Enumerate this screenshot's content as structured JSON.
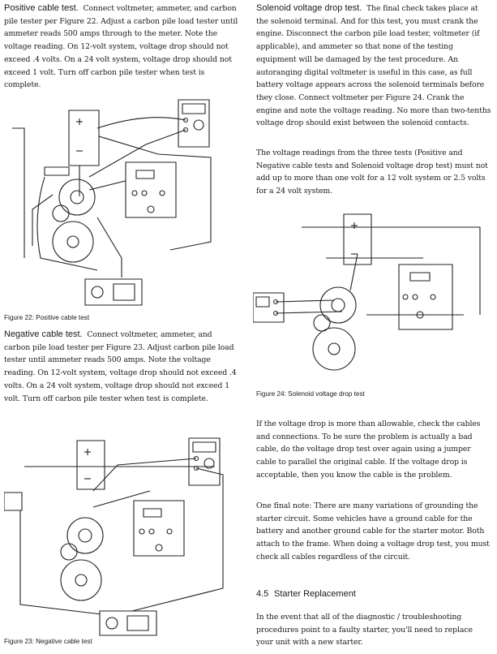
{
  "left_column": {
    "positive": {
      "lead": "Positive cable test.",
      "body": "Connect voltmeter, ammeter, and carbon pile tester per Figure 22.  Adjust a carbon pile load tester until ammeter reads 500 amps through to the meter.  Note the voltage reading.  On 12-volt system, voltage drop should not exceed .4 volts.  On a 24 volt system, voltage drop should not exceed 1 volt.  Turn off carbon pile tester when test is complete."
    },
    "figure22_caption": "Figure 22: Positive cable test",
    "negative": {
      "lead": "Negative cable test.",
      "body": "Connect voltmeter, ammeter, and carbon pile load tester per Figure 23.  Adjust carbon pile load tester until ammeter reads 500 amps.  Note the voltage reading.  On 12-volt system, voltage drop should not exceed .4 volts.  On a 24 volt system, voltage drop should not exceed 1 volt.  Turn off carbon pile tester when test is complete."
    },
    "figure23_caption": "Figure 23: Negative cable test"
  },
  "right_column": {
    "solenoid": {
      "lead": "Solenoid voltage drop test.",
      "body": "The final check takes place at the solenoid terminal.  And for this test, you must crank the engine.  Disconnect the carbon pile load tester, voltmeter  (if applicable), and ammeter so that none of the testing equipment will be damaged by the test procedure.  An autoranging digital voltmeter is useful in this case, as full battery voltage appears across the solenoid terminals before they close.  Connect voltmeter per Figure 24.  Crank the engine and note the voltage reading.  No more than two-tenths voltage drop should exist between the solenoid contacts."
    },
    "readings_para": "The voltage readings from the three tests (Positive and Negative cable tests and Solenoid voltage drop test) must not add up to more than one volt for a 12 volt system or 2.5 volts for a 24 volt system.",
    "figure24_caption": "Figure 24: Solenoid voltage drop test",
    "allowable_para": "If the voltage drop is more than allowable, check the cables and connections.  To be sure the problem is actually a bad cable, do the voltage drop test over again using a jumper cable to parallel the original cable.  If the voltage drop is acceptable, then you know the cable is the problem.",
    "final_note_para": "One final note:  There are many variations of grounding the starter circuit.  Some vehicles have a ground cable for the battery and another ground cable for the starter motor.  Both attach to the frame.  When doing a voltage drop test, you must check all cables regardless of the circuit.",
    "section": {
      "number": "4.5",
      "title": "Starter Replacement"
    },
    "replacement_para": "In the event that all of the diagnostic / troubleshooting procedures point to a faulty starter, you'll need to replace your unit with a new starter."
  }
}
